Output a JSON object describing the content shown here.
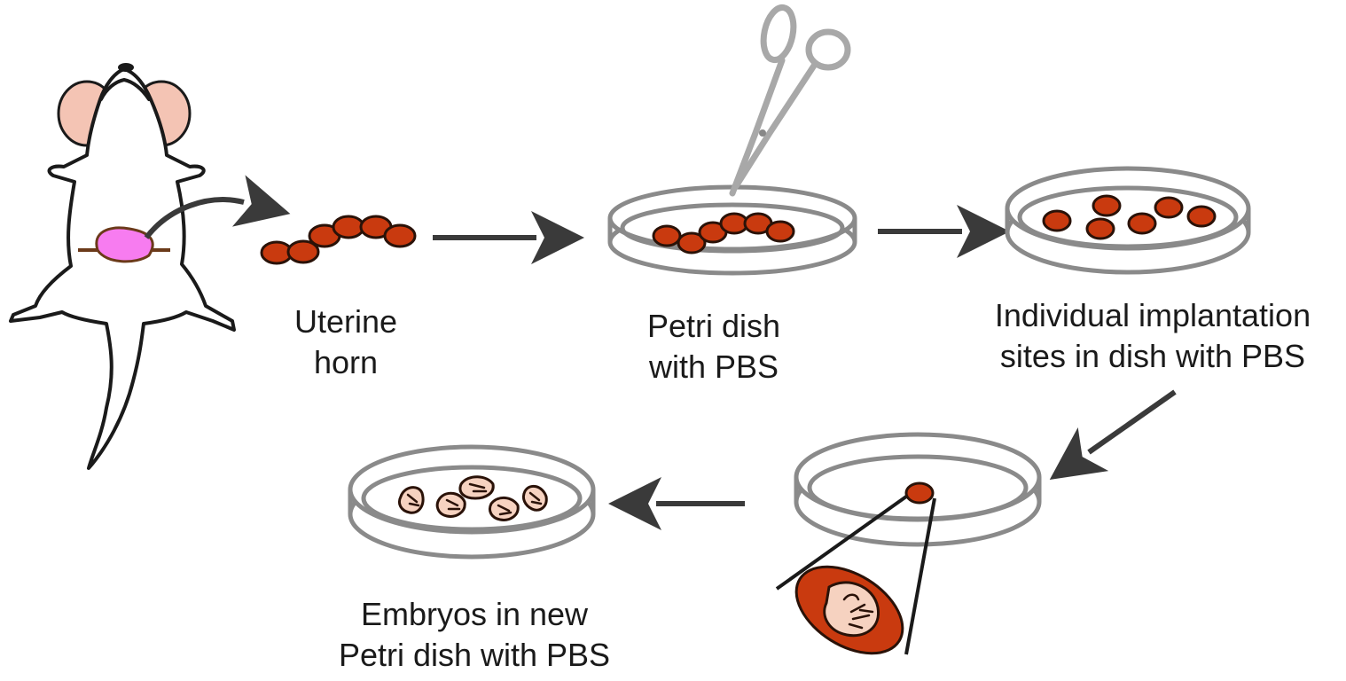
{
  "labels": {
    "uterine_horn": [
      "Uterine",
      "horn"
    ],
    "petri_dish": [
      "Petri dish",
      "with PBS"
    ],
    "individual_sites": [
      "Individual implantation",
      "sites in dish with PBS"
    ],
    "embryos": [
      "Embryos in new",
      "Petri dish with PBS"
    ]
  },
  "colors": {
    "tissue_fill": "#c93a0f",
    "tissue_stroke": "#2a1208",
    "uterus_fill": "#f77cf0",
    "ear_fill": "#f4c4b4",
    "dish_stroke": "#8a8a8a",
    "arrow": "#3a3a3a",
    "embryo_fill": "#f6d2c0"
  },
  "icons": [
    "mouse-icon",
    "scissors-icon",
    "petri-dish-icon",
    "embryo-icon",
    "arrow-icon"
  ]
}
